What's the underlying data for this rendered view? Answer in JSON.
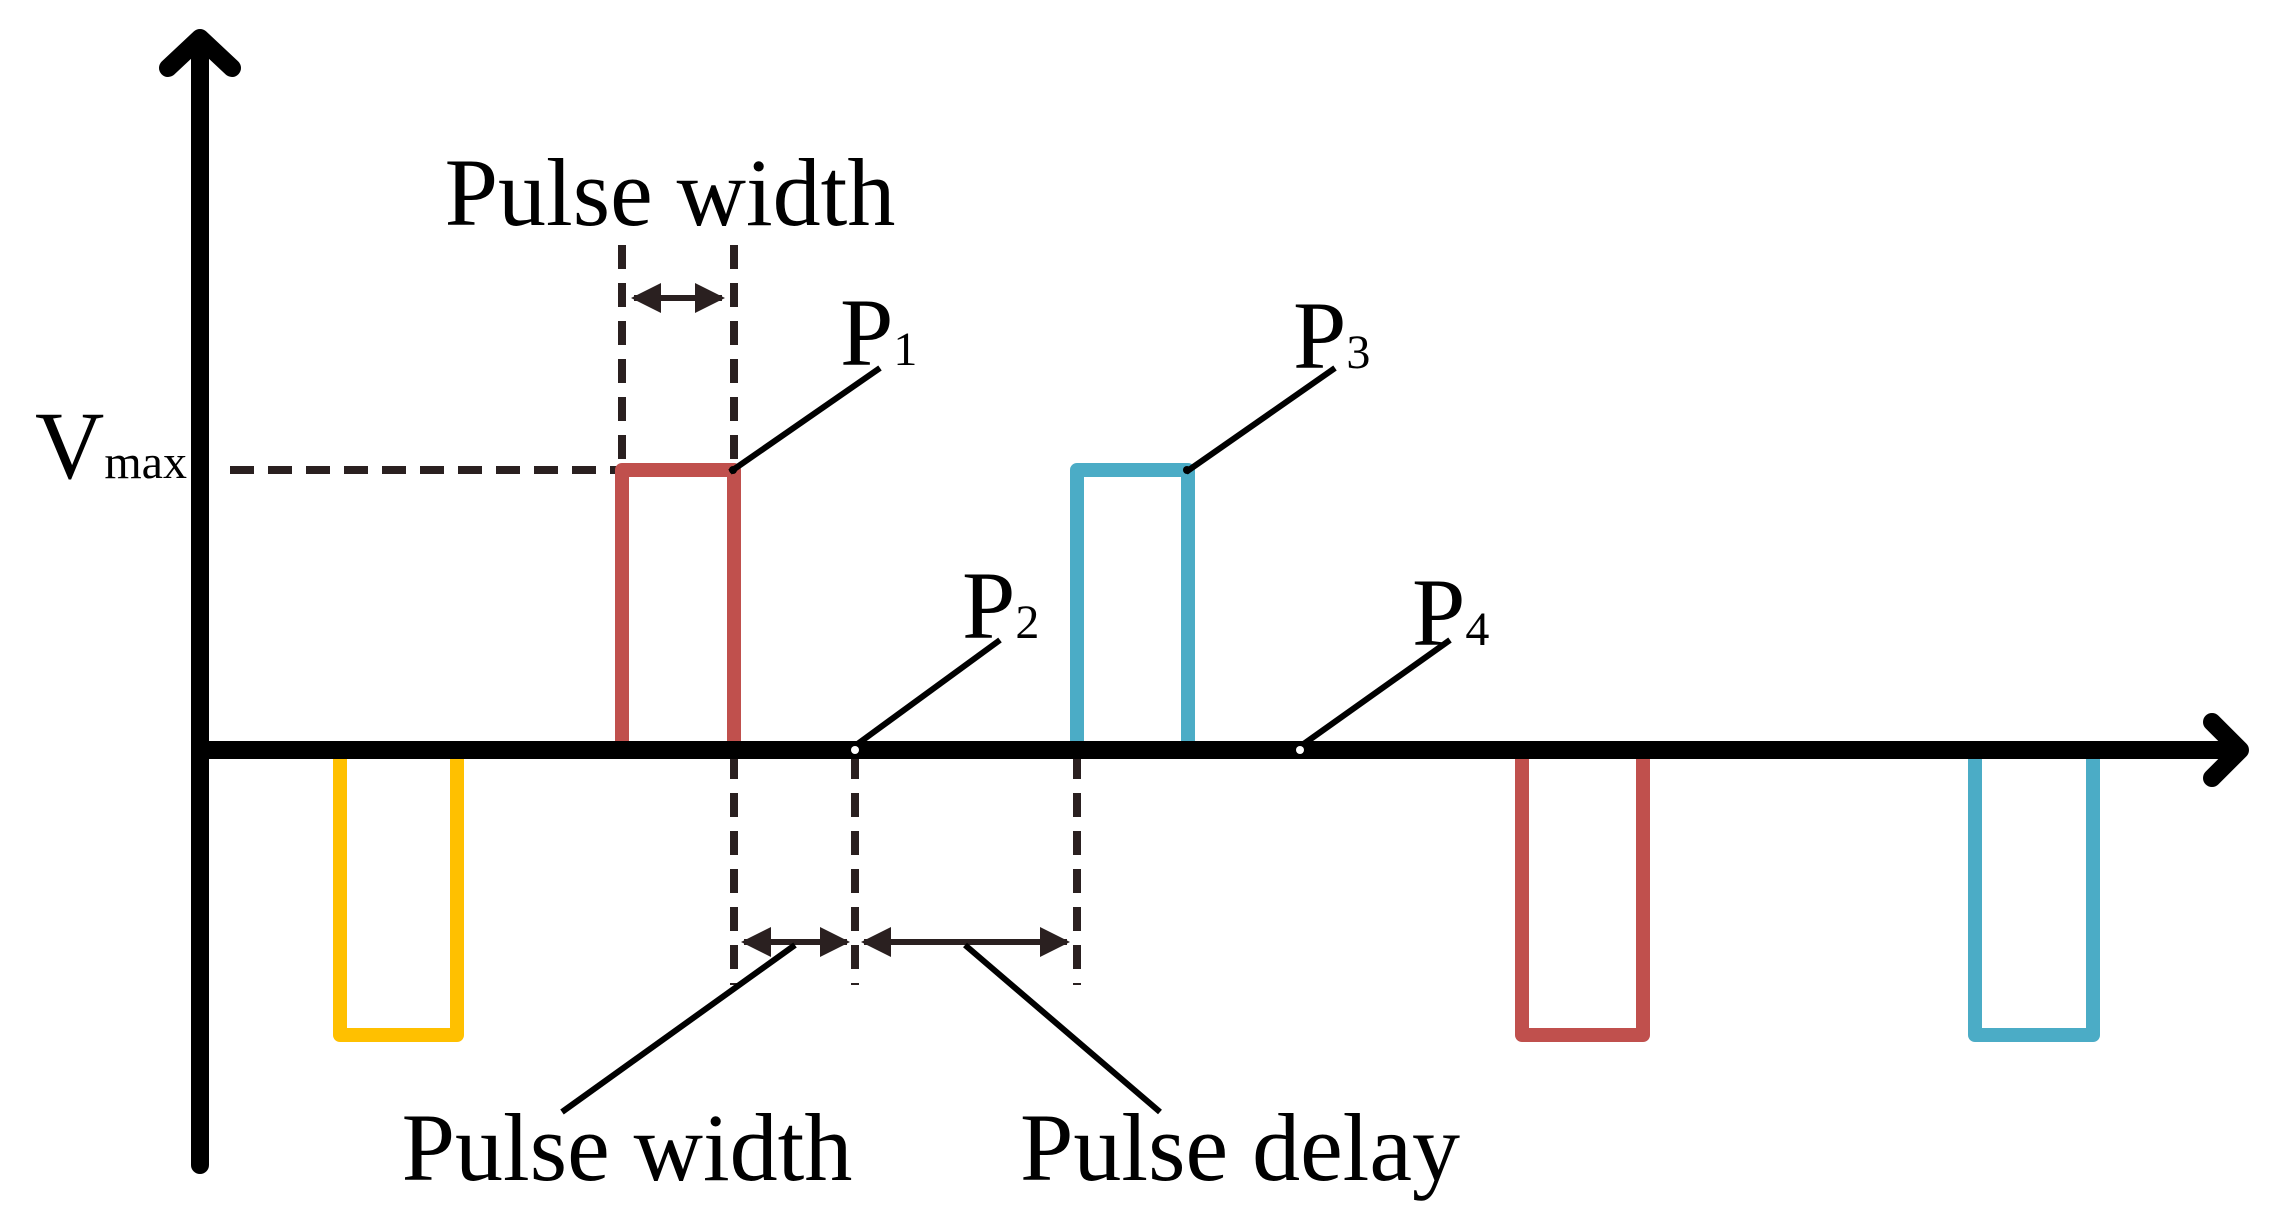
{
  "labels": {
    "pulse_width_top": "Pulse width",
    "pulse_width_bottom": "Pulse width",
    "pulse_delay": "Pulse delay",
    "vmax": {
      "main": "V",
      "sub": "max"
    },
    "p1": {
      "main": "P",
      "sub": "1"
    },
    "p2": {
      "main": "P",
      "sub": "2"
    },
    "p3": {
      "main": "P",
      "sub": "3"
    },
    "p4": {
      "main": "P",
      "sub": "4"
    }
  },
  "colors": {
    "red": "#c0504d",
    "blue": "#4bacc6",
    "yellow": "#ffc000",
    "axis": "#000000",
    "dashed": "#2a2020"
  }
}
